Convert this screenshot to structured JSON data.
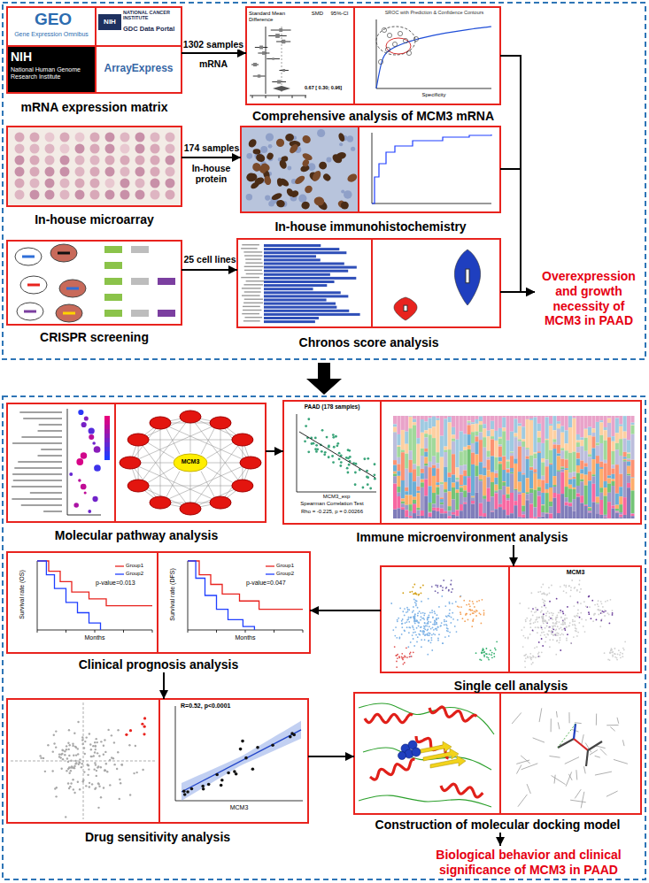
{
  "diagram": {
    "nodes": [
      {
        "text": [
          "mRNA expression matrix"
        ]
      },
      {
        "text": [
          "Comprehensive analysis of MCM3 mRNA"
        ]
      },
      {
        "text": [
          "In-house microarray"
        ]
      },
      {
        "text": [
          "In-house immunohistochemistry"
        ]
      },
      {
        "text": [
          "CRISPR screening"
        ]
      },
      {
        "text": [
          "Chronos score analysis"
        ]
      },
      {
        "text": [
          "Overexpression and growth necessity of MCM3 in PAAD"
        ]
      },
      {
        "text": [
          "Molecular pathway analysis"
        ]
      },
      {
        "text": [
          "Immune microenvironment analysis"
        ]
      },
      {
        "text": [
          "Single cell analysis"
        ]
      },
      {
        "text": [
          "Clinical prognosis analysis"
        ]
      },
      {
        "text": [
          "Drug sensitivity analysis"
        ]
      },
      {
        "text": [
          "Construction of molecular docking model"
        ]
      },
      {
        "text": [
          "Biological behavior and clinical significance of MCM3 in PAAD"
        ]
      }
    ],
    "edges": [
      {
        "from": 0,
        "to": 1,
        "label": "1302 samples",
        "arrow": "to"
      },
      {
        "from": 2,
        "to": 3,
        "label": "174 samples",
        "arrow": "to"
      },
      {
        "from": 4,
        "to": 5,
        "label": "25 cell lines",
        "arrow": "to"
      },
      {
        "from": 1,
        "to": 6,
        "arrow": "to"
      },
      {
        "from": 3,
        "to": 6,
        "arrow": "to"
      },
      {
        "from": 5,
        "to": 6,
        "arrow": "to"
      },
      {
        "from": 7,
        "to": 8,
        "arrow": "to"
      },
      {
        "from": 8,
        "to": 9,
        "arrow": "to"
      },
      {
        "from": 9,
        "to": 10,
        "arrow": "to"
      },
      {
        "from": 10,
        "to": 11,
        "arrow": "to"
      },
      {
        "from": 11,
        "to": 12,
        "arrow": "to"
      },
      {
        "from": 12,
        "to": 13,
        "arrow": "to"
      }
    ],
    "labels": [
      "mRNA",
      "In-house protein",
      "GEO",
      "Gene Expression Omnibus",
      "NIH",
      "NATIONAL CANCER INSTITUTE",
      "GDC Data Portal",
      "NIH",
      "National Human Genome Research Institute",
      "ArrayExpress",
      "Standard Mean Difference",
      "SMD",
      "95%-CI",
      "0.67 [ 0.30; 0.96]",
      "SROC with Prediction & Confidence Contours",
      "Specificity",
      "MCM3",
      "PAAD (178 samples)",
      "MCM3_exp",
      "Spearman Correlation Test",
      "Rho = -0.225, p = 0.00266",
      "MCM3",
      "Survival rate (OS)",
      "Months",
      "Group1",
      "Group2",
      "p-value=0.013",
      "Survival rate (DFS)",
      "Months",
      "Group1",
      "Group2",
      "p-value=0.047",
      "R=0.52, p<0.0001",
      "MCM3"
    ]
  }
}
